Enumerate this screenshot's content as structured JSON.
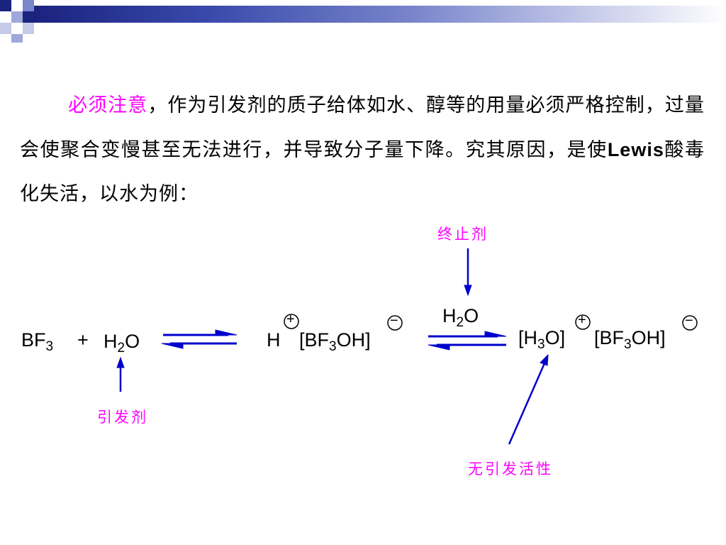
{
  "paragraph": {
    "highlight": "必须注意",
    "line1_rest": "，作为引发剂的质子给体如水、醇等的用量必须严格控制，过量会使聚合变慢甚至无法进行，并导致分子量下降。究其原因，是使",
    "lewis": "Lewis",
    "tail": "酸毒化失活，以水为例："
  },
  "equation": {
    "bf3_base": "BF",
    "sub3": "3",
    "plus": "+",
    "h": "H",
    "sub2": "2",
    "o": "O",
    "proton": "H",
    "complex_open": "[BF",
    "complex_close": "OH]",
    "water_reagent_h": "H",
    "water_reagent_o": "O",
    "hydronium_open": "[H",
    "hydronium_close": "O]",
    "complex2_open": "[BF",
    "complex2_close": "OH]",
    "plus_sign": "+",
    "minus_sign": "−"
  },
  "annotations": {
    "terminator": "终止剂",
    "initiator": "引发剂",
    "no_activity": "无引发活性"
  },
  "colors": {
    "highlight": "#ff00ff",
    "arrow": "#0000cc",
    "deco_dark": "#1a237e",
    "deco_mid": "#5c6bc0",
    "deco_light": "#c5cae9"
  }
}
